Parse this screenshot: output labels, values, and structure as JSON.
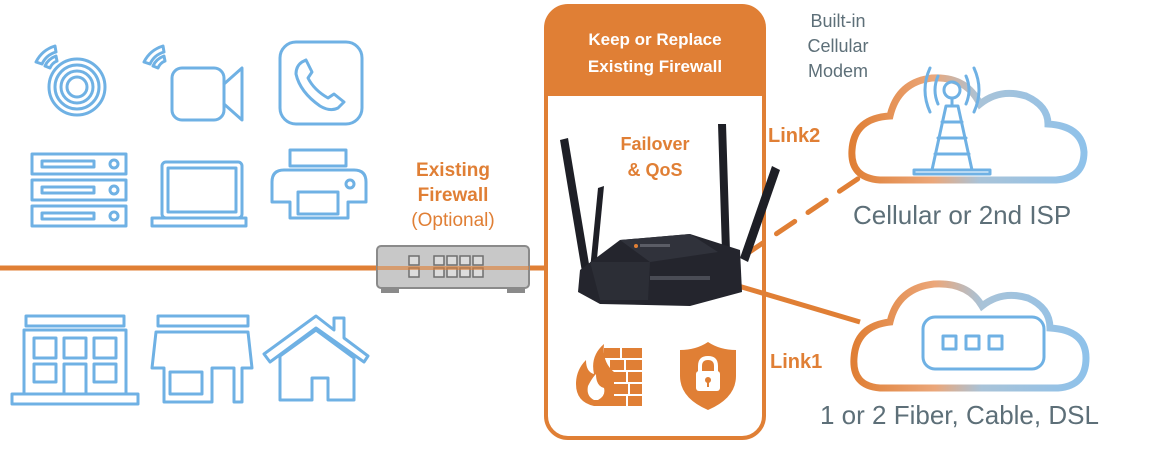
{
  "colors": {
    "accent_orange": "#e07f35",
    "icon_blue": "#6fb1e4",
    "label_gray": "#5d6f78",
    "router_black": "#1e1f26",
    "switch_gray": "#b8b8b8"
  },
  "left_devices": {
    "row1": [
      "wireless-speaker-icon",
      "wireless-camera-icon",
      "phone-icon"
    ],
    "row2": [
      "server-rack-icon",
      "laptop-icon",
      "printer-icon"
    ],
    "row3": [
      "office-building-icon",
      "storefront-icon",
      "house-icon"
    ]
  },
  "existing_firewall": {
    "line1": "Existing",
    "line2": "Firewall",
    "line3": "(Optional)",
    "icon": "network-switch-icon"
  },
  "router_panel": {
    "header_line1": "Keep or Replace",
    "header_line2": "Existing Firewall",
    "feature_line1": "Failover",
    "feature_line2": "& QoS",
    "router_icon": "4g-router-image",
    "bottom_icons": [
      "firewall-flame-icon",
      "security-shield-lock-icon"
    ]
  },
  "links": {
    "link2_label": "Link2",
    "link1_label": "Link1"
  },
  "clouds": {
    "top": {
      "caption_line1": "Built-in",
      "caption_line2": "Cellular",
      "caption_line3": "Modem",
      "label": "Cellular or 2nd ISP",
      "icon": "cell-tower-icon"
    },
    "bottom": {
      "label": "1 or 2 Fiber, Cable, DSL",
      "icon": "modem-icon"
    }
  }
}
